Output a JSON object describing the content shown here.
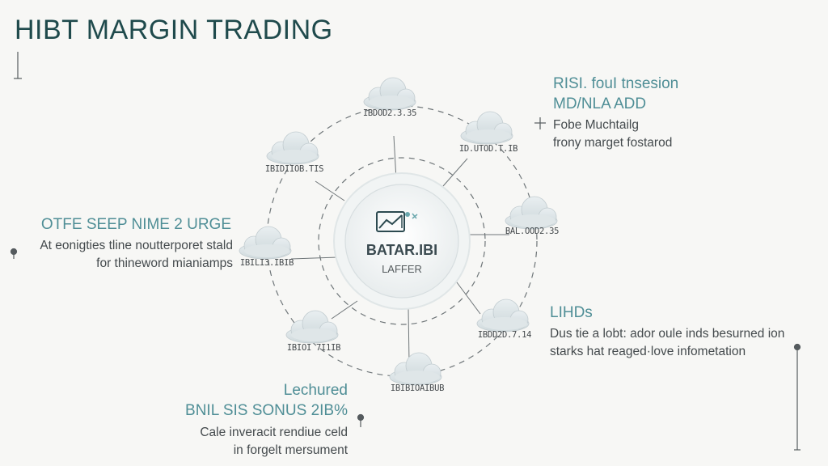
{
  "title": "HIBT MARGIN TRADING",
  "center": {
    "title": "BATAR.IBI",
    "subtitle": "LAFFER"
  },
  "nodes": [
    {
      "label": "IBDOD2.3.35"
    },
    {
      "label": "ID.UTOD.T.IB"
    },
    {
      "label": "BAL.OOD2.35"
    },
    {
      "label": "IBDD2D.7.14"
    },
    {
      "label": "IBIBIOAIBUB"
    },
    {
      "label": "IBIOI 7I1IB"
    },
    {
      "label": "IBILI3.IBIB"
    },
    {
      "label": "IBIDIIOB.TIS"
    }
  ],
  "callouts": {
    "top_right": {
      "heading1": "RISI. fouI tnsesion",
      "heading2": "MD/NLA ADD",
      "line1": "Fobe Muchtailg",
      "line2": "frony marget fostarod"
    },
    "left": {
      "heading": "OTFE SEEP NIME 2 URGE",
      "line1": "At eonigties tline noutterporet stald",
      "line2": "for thineword mianiamps"
    },
    "right": {
      "heading": "LIHDs",
      "line1": "Dus tie a lobt: ador oule inds besurned ion",
      "line2": "starks hat reaged·love infometation"
    },
    "bottom": {
      "heading1": "Lechured",
      "heading2": "BNIL SIS SONUS 2IB%",
      "line1": "Cale inveracit rendiue celd",
      "line2": "in forgelt mersument"
    }
  },
  "colors": {
    "accent": "#4f8e96",
    "title": "#1f4a4c",
    "line": "#6f7679"
  }
}
